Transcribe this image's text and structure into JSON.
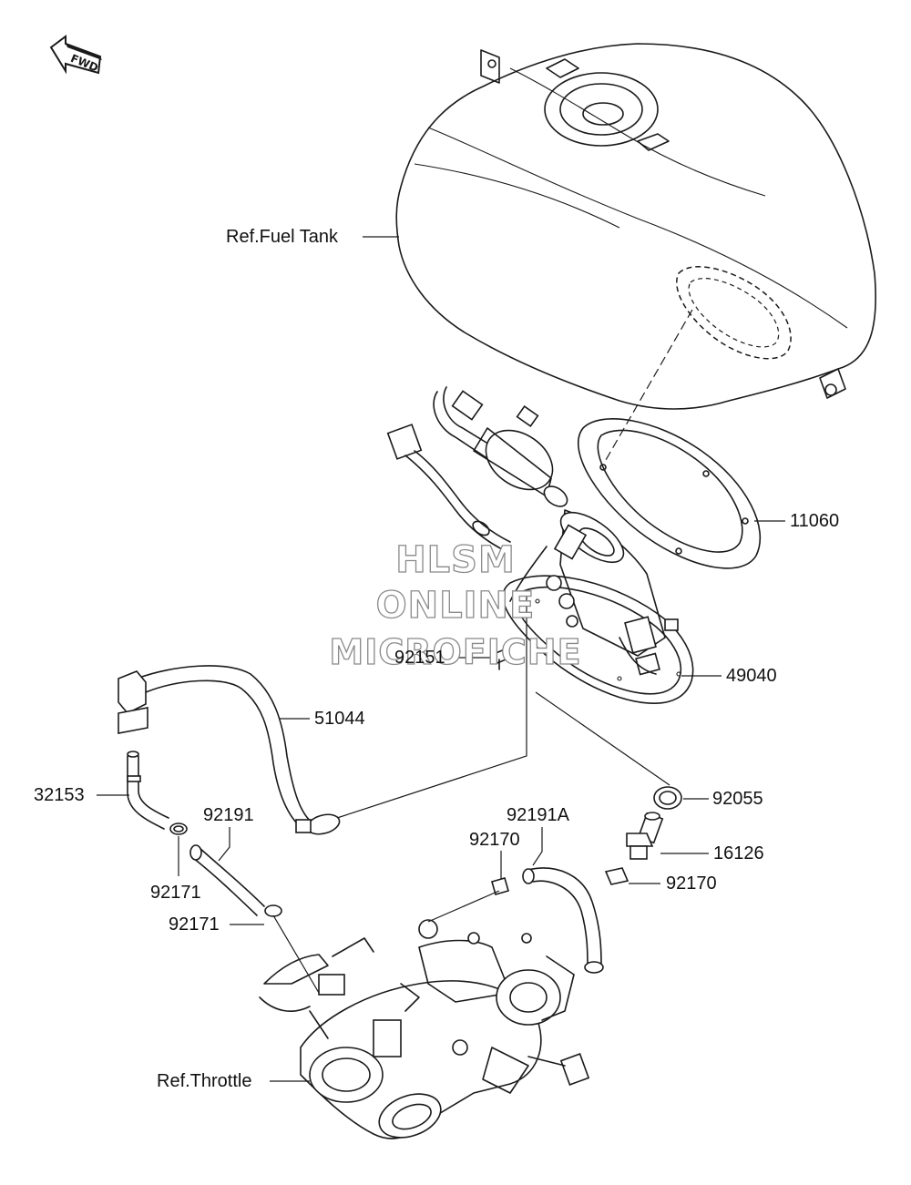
{
  "fwd_badge": "FWD",
  "watermark": {
    "line1": "HLSM",
    "line2": "ONLINE",
    "line3": "MICROFICHE"
  },
  "labels": {
    "ref_fuel_tank": "Ref.Fuel Tank",
    "p11060": "11060",
    "p92151": "92151",
    "p49040": "49040",
    "p51044": "51044",
    "p32153": "32153",
    "p92191": "92191",
    "p92055": "92055",
    "p92191a": "92191A",
    "p92170_top": "92170",
    "p16126": "16126",
    "p92170_right": "92170",
    "p92171_lower": "92171",
    "p92171_left": "92171",
    "ref_throttle": "Ref.Throttle"
  }
}
